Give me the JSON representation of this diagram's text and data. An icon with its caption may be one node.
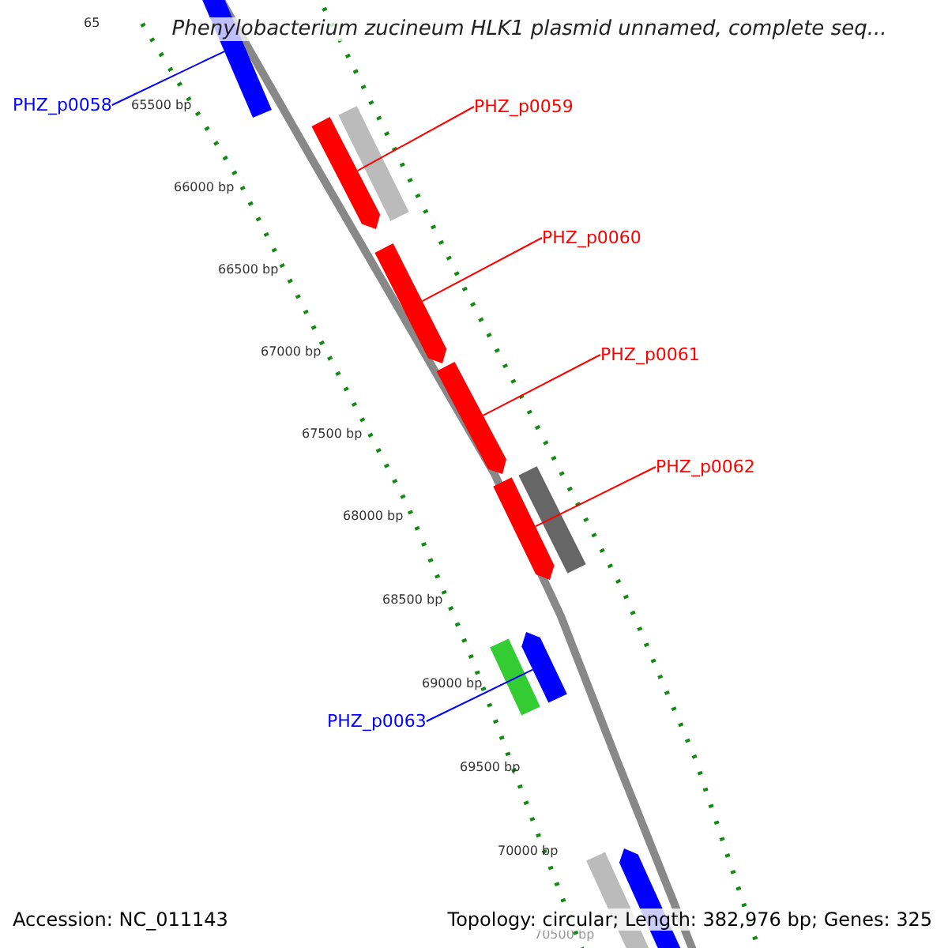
{
  "diagram": {
    "title": "Phenylobacterium zucineum HLK1 plasmid unnamed, complete seq...",
    "nodes": [
      {
        "text": [
          "PHZ_p0058"
        ]
      },
      {
        "text": [
          "PHZ_p0059"
        ]
      },
      {
        "text": [
          "PHZ_p0060"
        ]
      },
      {
        "text": [
          "PHZ_p0061"
        ]
      },
      {
        "text": [
          "PHZ_p0062"
        ]
      },
      {
        "text": [
          "PHZ_p0063"
        ]
      },
      {
        "text": [],
        "shape": "bar"
      },
      {
        "text": [],
        "shape": "bar"
      },
      {
        "text": [],
        "shape": "bar"
      },
      {
        "text": [],
        "shape": "bar"
      },
      {
        "text": [],
        "shape": "bar"
      },
      {
        "text": [],
        "shape": "bar"
      },
      {
        "text": [],
        "shape": "bar"
      },
      {
        "text": [],
        "shape": "bar"
      },
      {
        "text": [],
        "shape": "bar"
      },
      {
        "text": [],
        "shape": "bar"
      },
      {
        "text": [],
        "shape": "bar"
      }
    ],
    "edges": [
      {
        "from": 0,
        "to": 6,
        "arrow": "none",
        "color": "#0000ff"
      },
      {
        "from": 1,
        "to": 8,
        "arrow": "none"
      },
      {
        "from": 2,
        "to": 9,
        "arrow": "none"
      },
      {
        "from": 3,
        "to": 10,
        "arrow": "none"
      },
      {
        "from": 4,
        "to": 12,
        "arrow": "none"
      },
      {
        "from": 5,
        "to": 13,
        "arrow": "none",
        "color": "#0000ff"
      }
    ],
    "labels": [
      "65",
      "65500 bp",
      "66000 bp",
      "66500 bp",
      "67000 bp",
      "67500 bp",
      "68000 bp",
      "68500 bp",
      "69000 bp",
      "69500 bp",
      "70000 bp",
      "70500 bp",
      "Accession: NC_011143",
      "Topology: circular; Length: 382,976 bp; Genes: 325"
    ]
  }
}
